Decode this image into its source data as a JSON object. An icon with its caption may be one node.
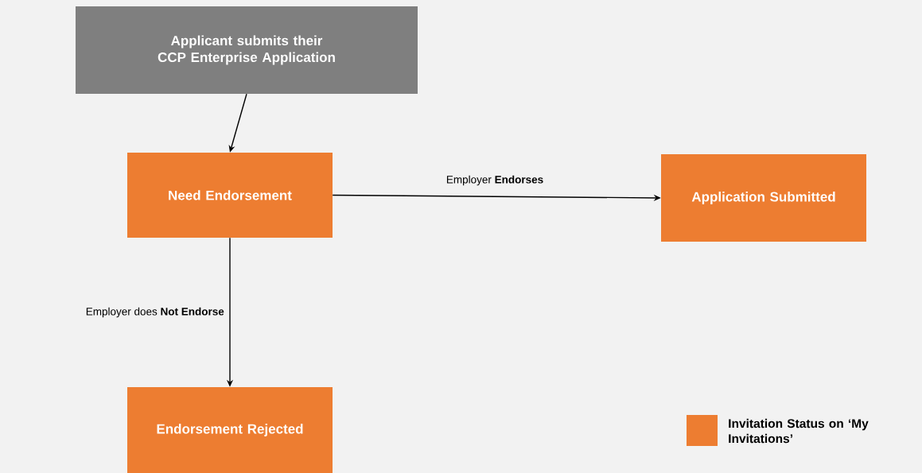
{
  "diagram": {
    "nodes": [
      {
        "text": [
          "Applicant submits their CCP Enterprise Application"
        ]
      },
      {
        "text": [
          "Need Endorsement"
        ]
      },
      {
        "text": [
          "Application Submitted"
        ]
      },
      {
        "text": [
          "Endorsement Rejected"
        ]
      }
    ],
    "edges": [
      {
        "from": 0,
        "to": 1,
        "arrow": "to"
      },
      {
        "from": 1,
        "to": 2,
        "arrow": "to",
        "label": "Employer **Endorses**"
      },
      {
        "from": 1,
        "to": 3,
        "arrow": "to",
        "label": "Employer does **Not Endorse**"
      }
    ],
    "legend": [
      {
        "text": "Invitation Status on ‘My Invitations’",
        "color": "#ed7d31"
      }
    ]
  }
}
